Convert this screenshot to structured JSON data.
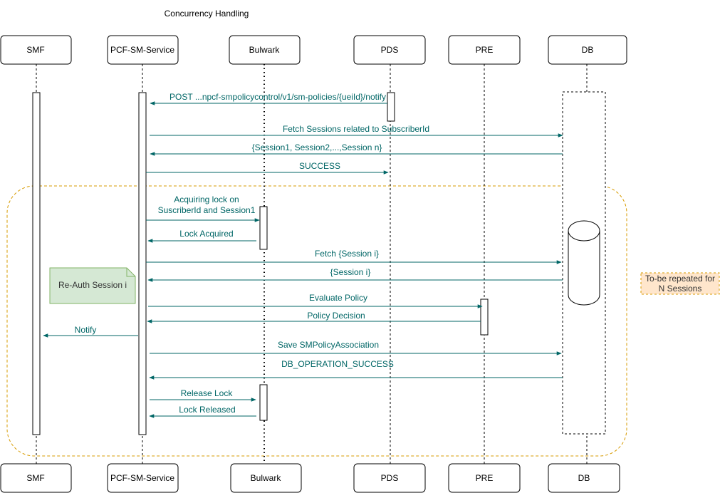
{
  "title": "Concurrency Handling",
  "colors": {
    "message": "#006666",
    "group_border": "#d79b00",
    "note_fill": "#d5e8d4",
    "note_border": "#82b366",
    "repeat_fill": "#ffe6cc",
    "repeat_border": "#d79b00"
  },
  "participants": [
    {
      "id": "smf",
      "label": "SMF"
    },
    {
      "id": "pcf",
      "label": "PCF-SM-Service"
    },
    {
      "id": "bulwark",
      "label": "Bulwark"
    },
    {
      "id": "pds",
      "label": "PDS"
    },
    {
      "id": "pre",
      "label": "PRE"
    },
    {
      "id": "db",
      "label": "DB"
    }
  ],
  "messages": [
    {
      "id": "post-notify",
      "label": "POST ...npcf-smpolicycontrol/v1/sm-policies/{ueiId}/notify"
    },
    {
      "id": "fetch-sessions",
      "label": "Fetch Sessions related to SubscriberId"
    },
    {
      "id": "sessions-list",
      "label": "{Session1, Session2,...,Session n}"
    },
    {
      "id": "success",
      "label": "SUCCESS"
    },
    {
      "id": "acquire-lock",
      "label": "Acquiring lock on",
      "label2": "SuscriberId and Session1"
    },
    {
      "id": "lock-acquired",
      "label": "Lock Acquired"
    },
    {
      "id": "fetch-session-i",
      "label": "Fetch {Session i}"
    },
    {
      "id": "session-i",
      "label": "{Session i}"
    },
    {
      "id": "evaluate-policy",
      "label": "Evaluate Policy"
    },
    {
      "id": "policy-decision",
      "label": "Policy Decision"
    },
    {
      "id": "notify",
      "label": "Notify"
    },
    {
      "id": "save-association",
      "label": "Save SMPolicyAssociation"
    },
    {
      "id": "db-success",
      "label": "DB_OPERATION_SUCCESS"
    },
    {
      "id": "release-lock",
      "label": "Release Lock"
    },
    {
      "id": "lock-released",
      "label": "Lock Released"
    }
  ],
  "note": {
    "label": "Re-Auth Session i"
  },
  "repeat_note": {
    "line1": "To-be repeated for",
    "line2": "N Sessions"
  }
}
